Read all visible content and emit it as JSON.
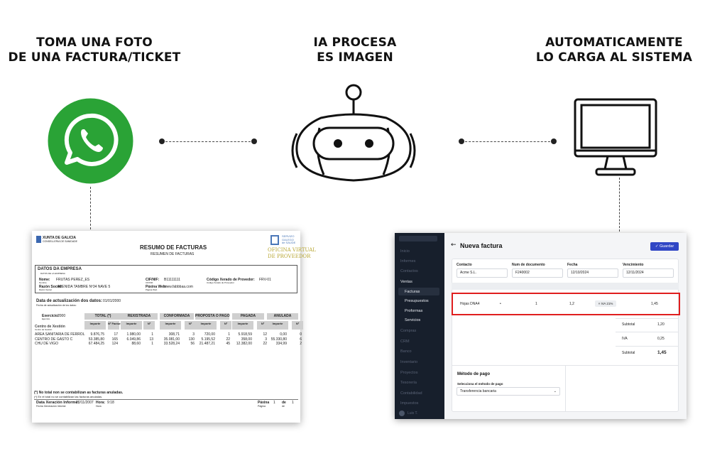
{
  "steps": {
    "one": [
      "TOMA UNA FOTO",
      "DE UNA FACTURA/TICKET"
    ],
    "two": [
      "IA PROCESA",
      "ES IMAGEN"
    ],
    "three": [
      "AUTOMATICAMENTE",
      "LO CARGA AL SISTEMA"
    ]
  },
  "colors": {
    "whatsapp": "#2aa336",
    "accent": "#3046c5",
    "highlight": "#e01e1e",
    "sidebar": "#171f2c"
  },
  "invoice_doc": {
    "org1": "XUNTA DE GALICIA",
    "org2": "CONSELLERIA DE SANIDADE",
    "logo_right": [
      "SERVIZO",
      "GALEGO",
      "de SAUDE"
    ],
    "stamp": [
      "OFICINA VIRTUAL",
      "DE PROVEEDOR"
    ],
    "title": "RESUMO DE FACTURAS",
    "subtitle": "RESUMEN DE FACTURAS",
    "company_header": "DATOS DA EMPRESA",
    "company_sub": "DATOS DE LA EMPRESA",
    "name_label": "Nome:",
    "name_sub": "Nombre",
    "name_value": "FRUTAS PEREZ_ES",
    "cif_label": "CIF/NIF:",
    "cif_sub": "CIF/NIF",
    "cif_value": "B11111111",
    "provider_label": "Código Xerado de Provedor:",
    "provider_sub": "Código Xerado de Proveedor",
    "provider_value": "FRV-01",
    "address_label": "Razón Social:",
    "address_sub": "Razón Social",
    "address_value": "AVENIDA TAMBRE Nº34 NAVE 5",
    "web_label": "Páxina Web:",
    "web_sub": "Página Web",
    "web_value": "www.fabbbaa.com",
    "update_label": "Data de actualización dos datos:",
    "update_sub": "Fecha de actualización de los datos:",
    "update_value": "01/01/2000",
    "exercise_label": "Exercicio:",
    "exercise_sub": "Ejercicio",
    "exercise_value": "2000",
    "groups": [
      "TOTAL (*)",
      "REXISTRADA",
      "CONFORMADA",
      "PROPOSTA O PAGO",
      "PAGADA",
      "ANULADA"
    ],
    "col_import": "Importe",
    "col_import_sub": "Importe",
    "col_count": "Nº Facturas",
    "col_count_short": "Nº",
    "row_header": "Centro de Xestión",
    "row_header_sub": "Centro de Gestión",
    "rows": [
      {
        "name": "AREA SANITARIA DE FERROL",
        "vals": [
          "9.876,75",
          "17",
          "1.980,00",
          "1",
          "308,71",
          "3",
          "720,00",
          "1",
          "5.918,59",
          "12",
          "0,00",
          "0"
        ]
      },
      {
        "name": "CENTRO DE GASTO C",
        "vals": [
          "53.385,80",
          "165",
          "6.049,86",
          "13",
          "35.081,00",
          "130",
          "5.195,52",
          "22",
          "358,00",
          "3",
          "55.330,80",
          "6"
        ]
      },
      {
        "name": "CHU DE VIGO",
        "vals": [
          "67.484,25",
          "124",
          "88,60",
          "1",
          "33.528,24",
          "56",
          "21.487,21",
          "45",
          "12.382,00",
          "22",
          "334,99",
          "2"
        ]
      }
    ],
    "note1": "(*) No total non se contabilizan as facturas anuladas.",
    "note2": "(*) En el total no se contabilizan las facturas anuladas.",
    "gen_label": "Data Xeración Informe:",
    "gen_sub": "Fecha Generación Informe",
    "gen_value": "20/11/2007",
    "hour_label": "Hora:",
    "hour_sub": "Hora",
    "hour_value": "9:18",
    "page_label": "Páxina",
    "page_sub": "Página",
    "page_num": "1",
    "page_of": "de",
    "page_of_sub": "de",
    "page_total": "1"
  },
  "app": {
    "sidebar": [
      {
        "label": "Inicio",
        "active": false
      },
      {
        "label": "Informes",
        "active": false
      },
      {
        "label": "Contactos",
        "active": false
      },
      {
        "label": "Ventas",
        "active": false
      },
      {
        "label": "Facturas",
        "active": true
      },
      {
        "label": "Presupuestos",
        "active": true
      },
      {
        "label": "Proformas",
        "active": true
      },
      {
        "label": "Servicios",
        "active": true
      },
      {
        "label": "Compras",
        "active": false
      },
      {
        "label": "CRM",
        "active": false
      },
      {
        "label": "Banco",
        "active": false
      },
      {
        "label": "Inventario",
        "active": false
      },
      {
        "label": "Proyectos",
        "active": false
      },
      {
        "label": "Tesorería",
        "active": false
      },
      {
        "label": "Contabilidad",
        "active": false
      },
      {
        "label": "Impuestos",
        "active": false
      }
    ],
    "user": "Luis T.",
    "back_icon": "arrow-left-icon",
    "title": "Nueva factura",
    "save": "Guardar",
    "fields": [
      {
        "label": "Contacto",
        "value": "Acme S.L."
      },
      {
        "label": "Num de documento",
        "value": "F240002"
      },
      {
        "label": "Fecha",
        "value": "12/10/2024"
      },
      {
        "label": "Vencimiento",
        "value": "12/11/2024"
      }
    ],
    "line": {
      "concept": "Hojas DNA4",
      "qty": "1",
      "price": "1,2",
      "tax": "IVA 21%",
      "total": "1,45"
    },
    "totals": [
      {
        "label": "Subtotal",
        "value": "1,20"
      },
      {
        "label": "IVA",
        "value": "0,25"
      },
      {
        "label": "Subtotal",
        "value": "1,45"
      }
    ],
    "payment_title": "Método de pago",
    "payment_label": "Selecciona el método de pago",
    "payment_value": "Transferencia bancaria"
  }
}
